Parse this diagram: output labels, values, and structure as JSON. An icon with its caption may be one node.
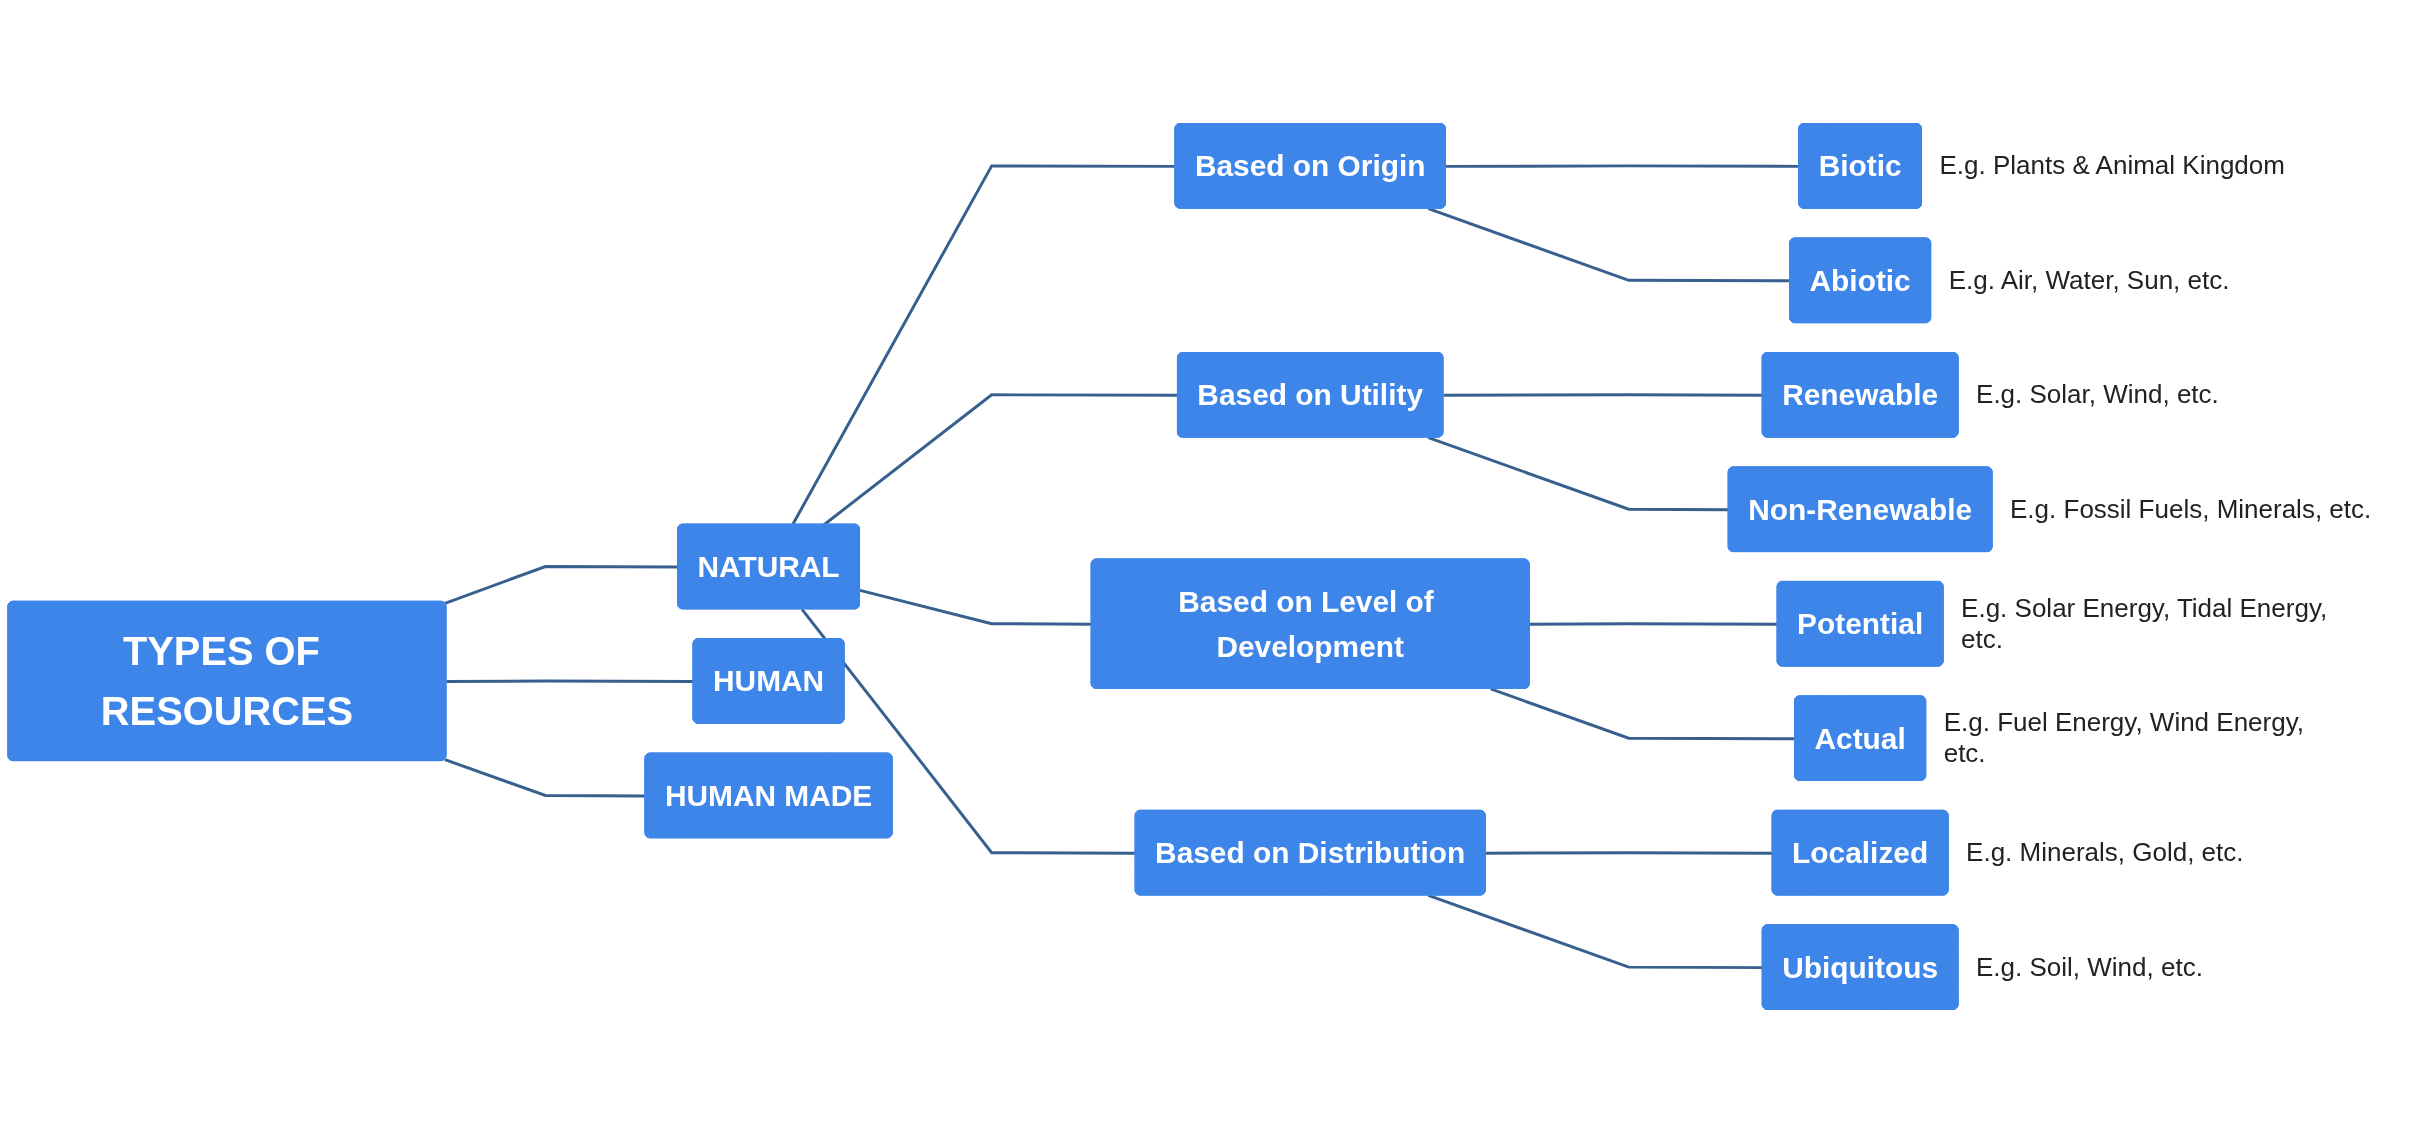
{
  "diagram": {
    "nodes": [
      {
        "text": [
          "TYPES OF RESOURCES"
        ]
      },
      {
        "text": [
          "NATURAL"
        ]
      },
      {
        "text": [
          "HUMAN"
        ]
      },
      {
        "text": [
          "HUMAN MADE"
        ]
      },
      {
        "text": [
          "Based on Origin"
        ]
      },
      {
        "text": [
          "Based on Utility"
        ]
      },
      {
        "text": [
          "Based on Level of Development"
        ]
      },
      {
        "text": [
          "Based on Distribution"
        ]
      },
      {
        "text": [
          "Biotic"
        ],
        "beside": [
          "E.g. Plants & Animal Kingdom"
        ]
      },
      {
        "text": [
          "Abiotic"
        ],
        "beside": [
          "E.g. Air, Water, Sun, etc."
        ]
      },
      {
        "text": [
          "Renewable"
        ],
        "beside": [
          "E.g. Solar, Wind, etc."
        ]
      },
      {
        "text": [
          "Non-Renewable"
        ],
        "beside": [
          "E.g. Fossil Fuels, Minerals, etc."
        ]
      },
      {
        "text": [
          "Potential"
        ],
        "beside": [
          "E.g. Solar Energy, Tidal Energy, etc."
        ]
      },
      {
        "text": [
          "Actual"
        ],
        "beside": [
          "E.g. Fuel Energy, Wind Energy, etc."
        ]
      },
      {
        "text": [
          "Localized"
        ],
        "beside": [
          "E.g. Minerals, Gold, etc."
        ]
      },
      {
        "text": [
          "Ubiquitous"
        ],
        "beside": [
          "E.g. Soil, Wind, etc."
        ]
      }
    ],
    "edges": [
      {
        "from": 0,
        "to": 1,
        "arrow": "none"
      },
      {
        "from": 0,
        "to": 2,
        "arrow": "none"
      },
      {
        "from": 0,
        "to": 3,
        "arrow": "none"
      },
      {
        "from": 1,
        "to": 4,
        "arrow": "none"
      },
      {
        "from": 1,
        "to": 5,
        "arrow": "none"
      },
      {
        "from": 1,
        "to": 6,
        "arrow": "none"
      },
      {
        "from": 1,
        "to": 7,
        "arrow": "none"
      },
      {
        "from": 4,
        "to": 8,
        "arrow": "none"
      },
      {
        "from": 4,
        "to": 9,
        "arrow": "none"
      },
      {
        "from": 5,
        "to": 10,
        "arrow": "none"
      },
      {
        "from": 5,
        "to": 11,
        "arrow": "none"
      },
      {
        "from": 6,
        "to": 12,
        "arrow": "none"
      },
      {
        "from": 6,
        "to": 13,
        "arrow": "none"
      },
      {
        "from": 7,
        "to": 14,
        "arrow": "none"
      },
      {
        "from": 7,
        "to": 15,
        "arrow": "none"
      }
    ]
  }
}
